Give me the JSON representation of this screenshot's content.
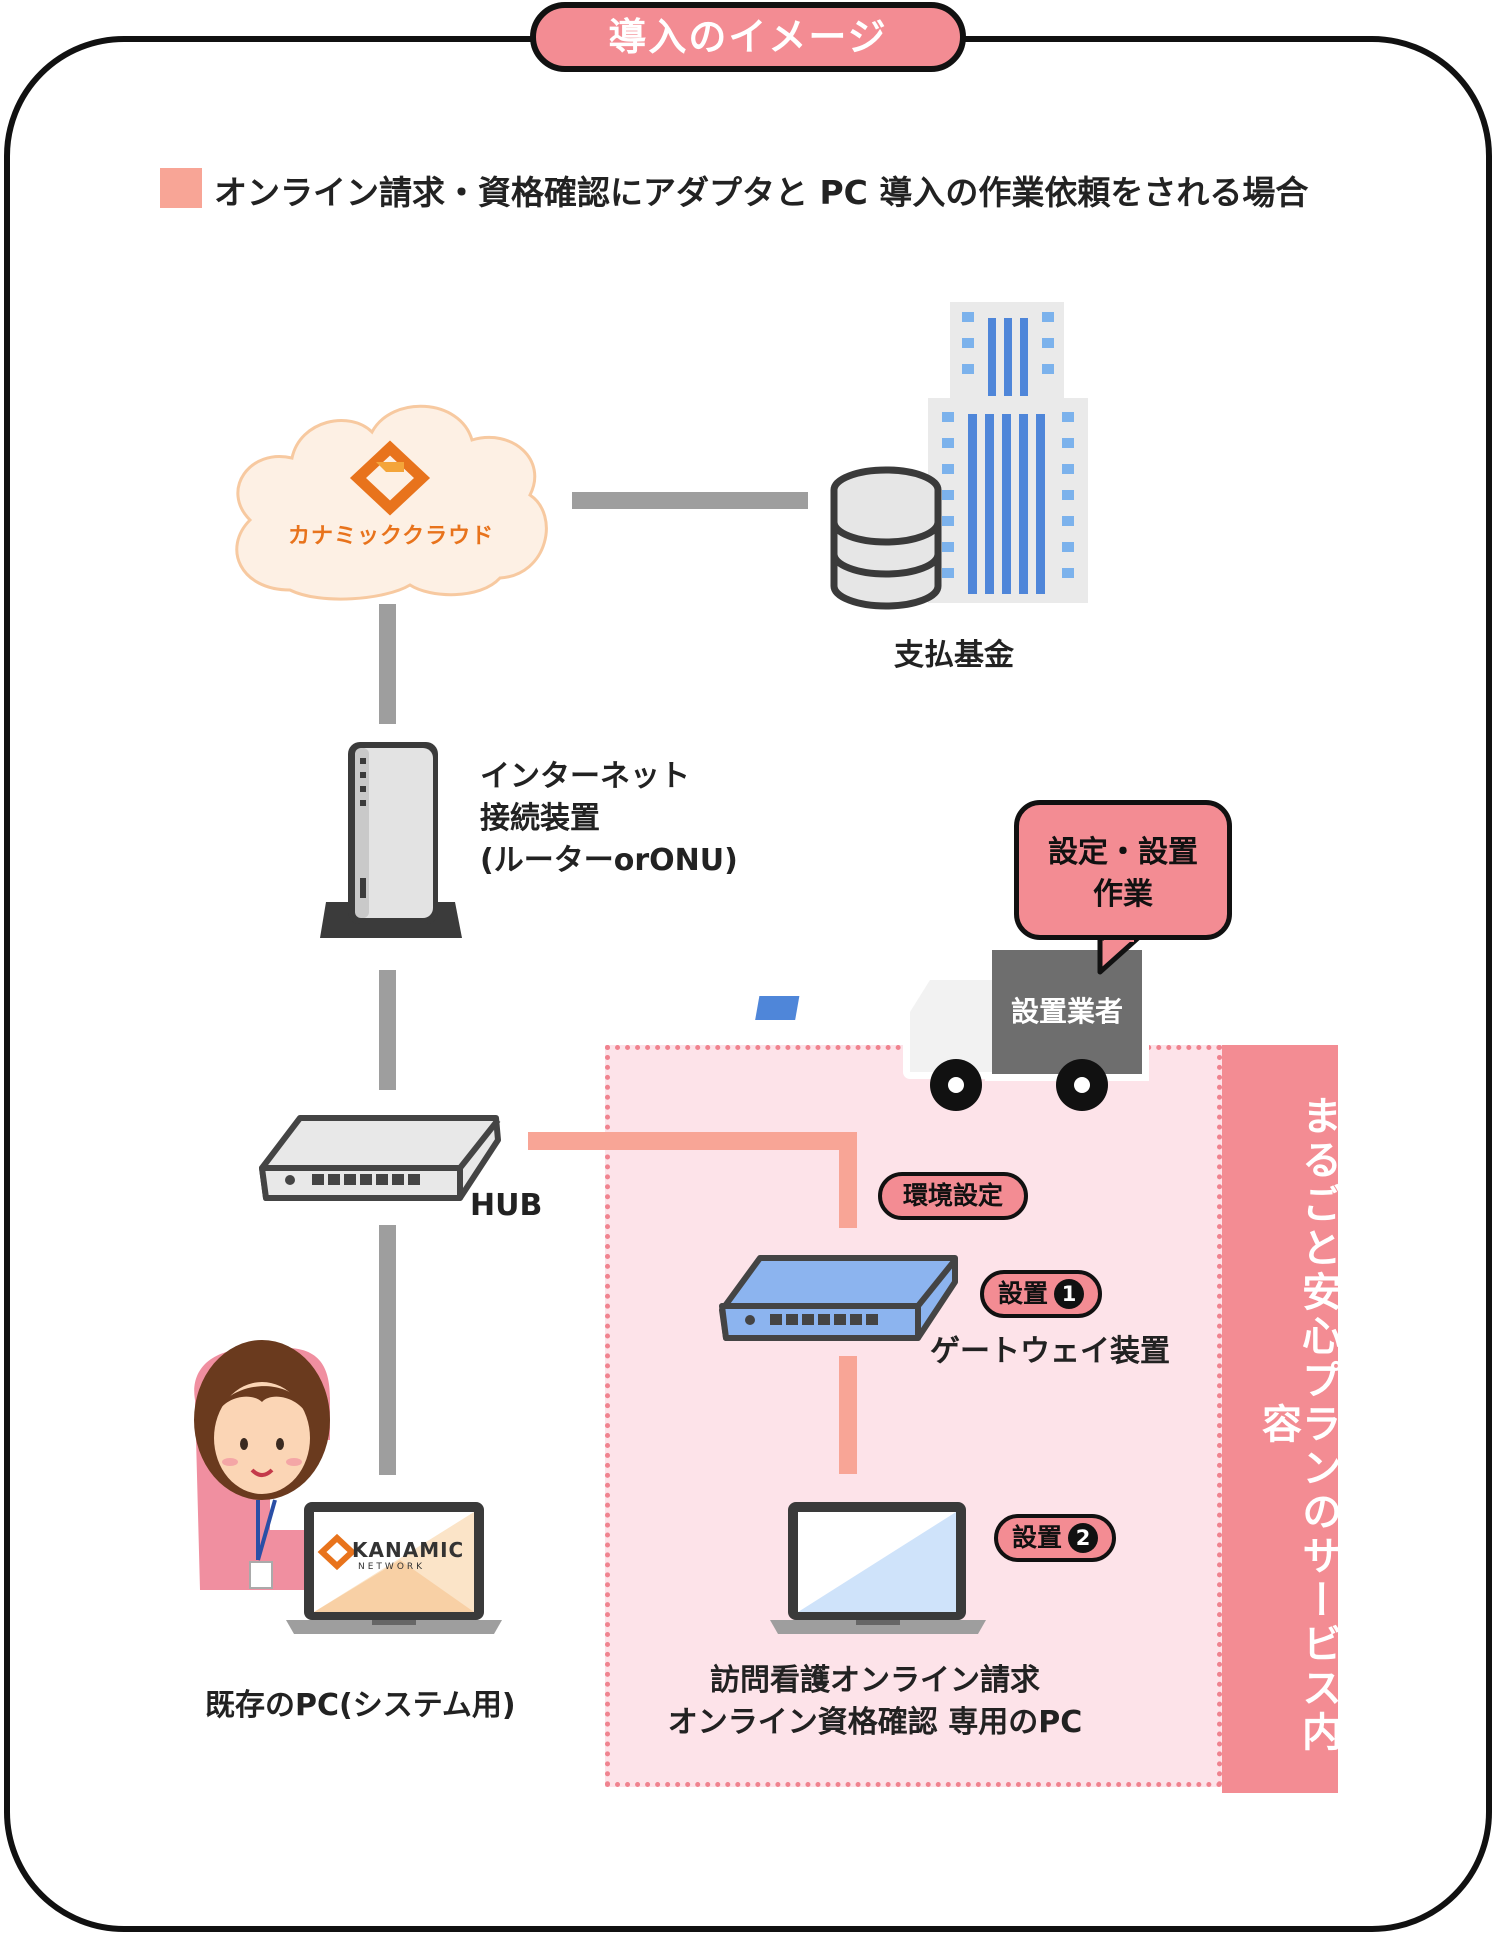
{
  "title": "導入のイメージ",
  "legend": {
    "text": "オンライン請求・資格確認にアダプタと PC 導入の作業依頼をされる場合",
    "swatch_color": "#f8a596"
  },
  "nodes": {
    "cloud": {
      "label": "カナミッククラウド",
      "icon": "cloud-icon"
    },
    "fund": {
      "label": "支払基金",
      "icon": "building-database-icon"
    },
    "router": {
      "lines": [
        "インターネット",
        "接続装置",
        "(ルーターorONU)"
      ],
      "icon": "router-icon"
    },
    "hub": {
      "label": "HUB",
      "icon": "hub-icon"
    },
    "existing_pc": {
      "label": "既存のPC(システム用)",
      "icon": "laptop-icon",
      "screen_brand": "KANAMIC",
      "screen_sub": "NETWORK"
    },
    "gateway": {
      "label": "ゲートウェイ装置",
      "icon": "gateway-icon"
    },
    "dedicated_pc": {
      "lines": [
        "訪問看護オンライン請求",
        "オンライン資格確認  専用のPC"
      ],
      "icon": "laptop-icon"
    }
  },
  "tags": {
    "env_setup": "環境設定",
    "install_1": {
      "text": "設置",
      "num": "1"
    },
    "install_2": {
      "text": "設置",
      "num": "2"
    }
  },
  "truck": {
    "label": "設置業者",
    "icon": "truck-icon"
  },
  "bubble": {
    "lines": [
      "設定・設置",
      "作業"
    ]
  },
  "service_band": "まるごと安心プランのサービス内容",
  "colors": {
    "accent_pink": "#f38c93",
    "line_gray": "#9e9e9e",
    "line_salmon": "#f8a596",
    "zone_bg": "#fde3e9"
  }
}
